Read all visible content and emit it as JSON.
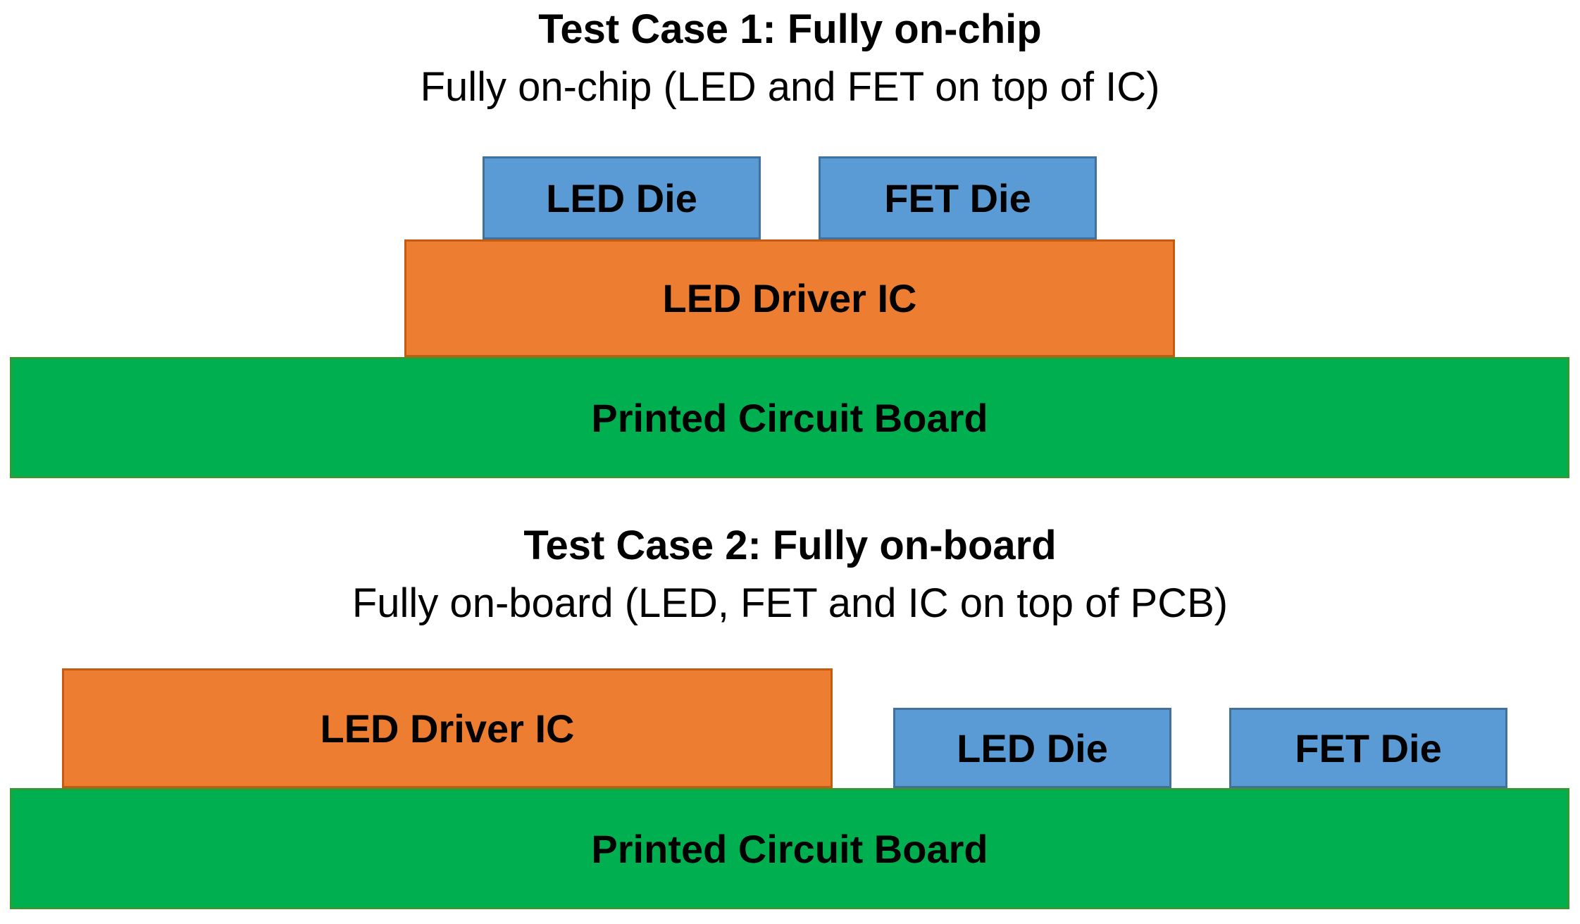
{
  "colors": {
    "die_fill": "#5B9BD5",
    "die_border": "#41719C",
    "ic_fill": "#ED7D31",
    "ic_border": "#C55A11",
    "pcb_fill": "#00B050",
    "pcb_border": "#339933"
  },
  "case1": {
    "title": "Test Case 1: Fully on-chip",
    "subtitle": "Fully on-chip (LED and FET on top of IC)",
    "led_die": "LED Die",
    "fet_die": "FET Die",
    "driver_ic": "LED Driver IC",
    "pcb": "Printed Circuit Board"
  },
  "case2": {
    "title": "Test Case 2: Fully on-board",
    "subtitle": "Fully on-board (LED, FET and IC on top of PCB)",
    "driver_ic": "LED Driver IC",
    "led_die": "LED Die",
    "fet_die": "FET Die",
    "pcb": "Printed Circuit Board"
  }
}
